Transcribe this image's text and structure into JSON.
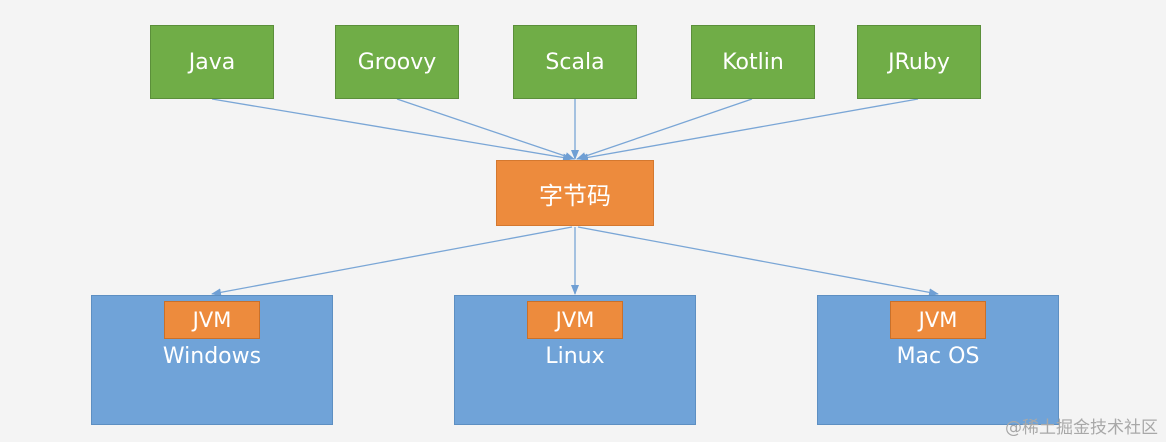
{
  "languages": [
    {
      "label": "Java"
    },
    {
      "label": "Groovy"
    },
    {
      "label": "Scala"
    },
    {
      "label": "Kotlin"
    },
    {
      "label": "JRuby"
    }
  ],
  "bytecode": {
    "label": "字节码"
  },
  "platforms": [
    {
      "vm": "JVM",
      "os": "Windows"
    },
    {
      "vm": "JVM",
      "os": "Linux"
    },
    {
      "vm": "JVM",
      "os": "Mac OS"
    }
  ],
  "watermark": "@稀土掘金技术社区",
  "colors": {
    "language_box": "#70ad47",
    "bytecode_box": "#ed8b3d",
    "jvm_box": "#ed8b3d",
    "os_box": "#70a3d8",
    "arrow": "#7aa6d6"
  }
}
